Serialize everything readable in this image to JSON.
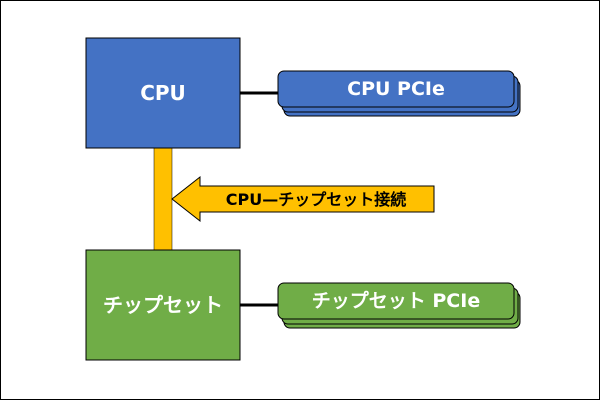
{
  "diagram": {
    "nodes": {
      "cpu": {
        "label": "CPU",
        "color": "#4472C4"
      },
      "chipset": {
        "label": "チップセット",
        "color": "#70AD47"
      }
    },
    "stacks": {
      "cpu_pcie": {
        "label": "CPU PCIe",
        "color": "#4472C4"
      },
      "chipset_pcie": {
        "label": "チップセット PCIe",
        "color": "#70AD47"
      }
    },
    "link": {
      "label": "CPU—チップセット接続",
      "color": "#FFC000"
    },
    "colors": {
      "border": "#000000",
      "box_text": "#ffffff",
      "link_text": "#000000"
    }
  }
}
